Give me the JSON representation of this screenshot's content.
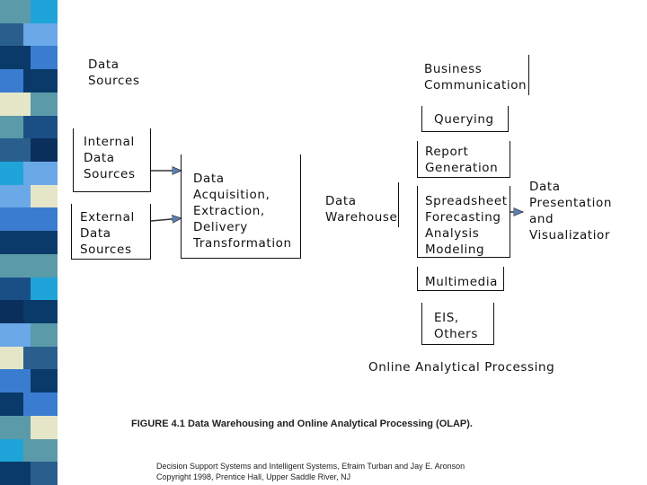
{
  "stripe": {
    "colors": [
      "#5b9aa9",
      "#2a5f8d",
      "#0a3a6a",
      "#3a7dd0",
      "#e5e6c8",
      "#5b9aa9",
      "#2a5f8d",
      "#1ea4d8",
      "#6aa8e8",
      "#3a7dd0",
      "#0a3a6a",
      "#5b9aa9",
      "#1a4f86",
      "#0a2f5c",
      "#6aa8e8",
      "#e5e6c8",
      "#3a7dd0",
      "#0a3a6a",
      "#5b9aa9",
      "#1ea4d8",
      "#0a3a6a"
    ]
  },
  "diagram": {
    "data_sources_header": "Data\nSources",
    "internal": "Internal\nData\nSources",
    "external": "External\nData\nSources",
    "acquisition": "Data\nAcquisition,\nExtraction,\nDelivery\nTransformation",
    "warehouse": "Data\nWarehouse",
    "business": "Business\nCommunication",
    "querying": "Querying",
    "report": "Report\nGeneration",
    "spreadsheet": "Spreadsheet\nForecasting\nAnalysis\nModeling",
    "multimedia": "Multimedia",
    "eis": "EIS,\nOthers",
    "presentation": "Data\nPresentation\nand\nVisualizatior",
    "olap_label": "Online Analytical Processing"
  },
  "caption": "FIGURE 4.1 Data Warehousing and Online Analytical Processing (OLAP).",
  "credit_line1": "Decision Support Systems and Intelligent Systems, Efraim Turban and Jay E. Aronson",
  "credit_line2": "Copyright 1998, Prentice Hall, Upper Saddle River, NJ"
}
